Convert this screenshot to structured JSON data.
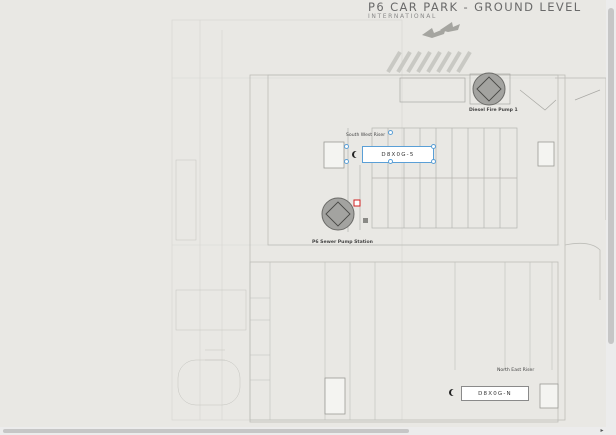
{
  "app": {
    "title": "P6 CAR PARK - GROUND LEVEL",
    "subtitle": "INTERNATIONAL"
  },
  "labels": {
    "diesel_pump": "Diesel Fire Pump 1",
    "south_west_riser": "South West Riser",
    "sewer_pump": "P6 Sewer Pump Station",
    "north_east_riser": "North East Riser"
  },
  "tags": {
    "selected": "D8X0G-5",
    "second": "D8X0G-N"
  },
  "icons": {
    "pump": "pump-icon",
    "moon": "moon-icon",
    "arrow": "arrow-icon",
    "marker": "device-marker-icon"
  },
  "colors": {
    "background": "#e9e8e4",
    "line": "#b9b9b5",
    "selection": "#5a9fd6",
    "marker": "#d02020"
  },
  "scrollbars": {
    "right_arrow": "▸"
  }
}
